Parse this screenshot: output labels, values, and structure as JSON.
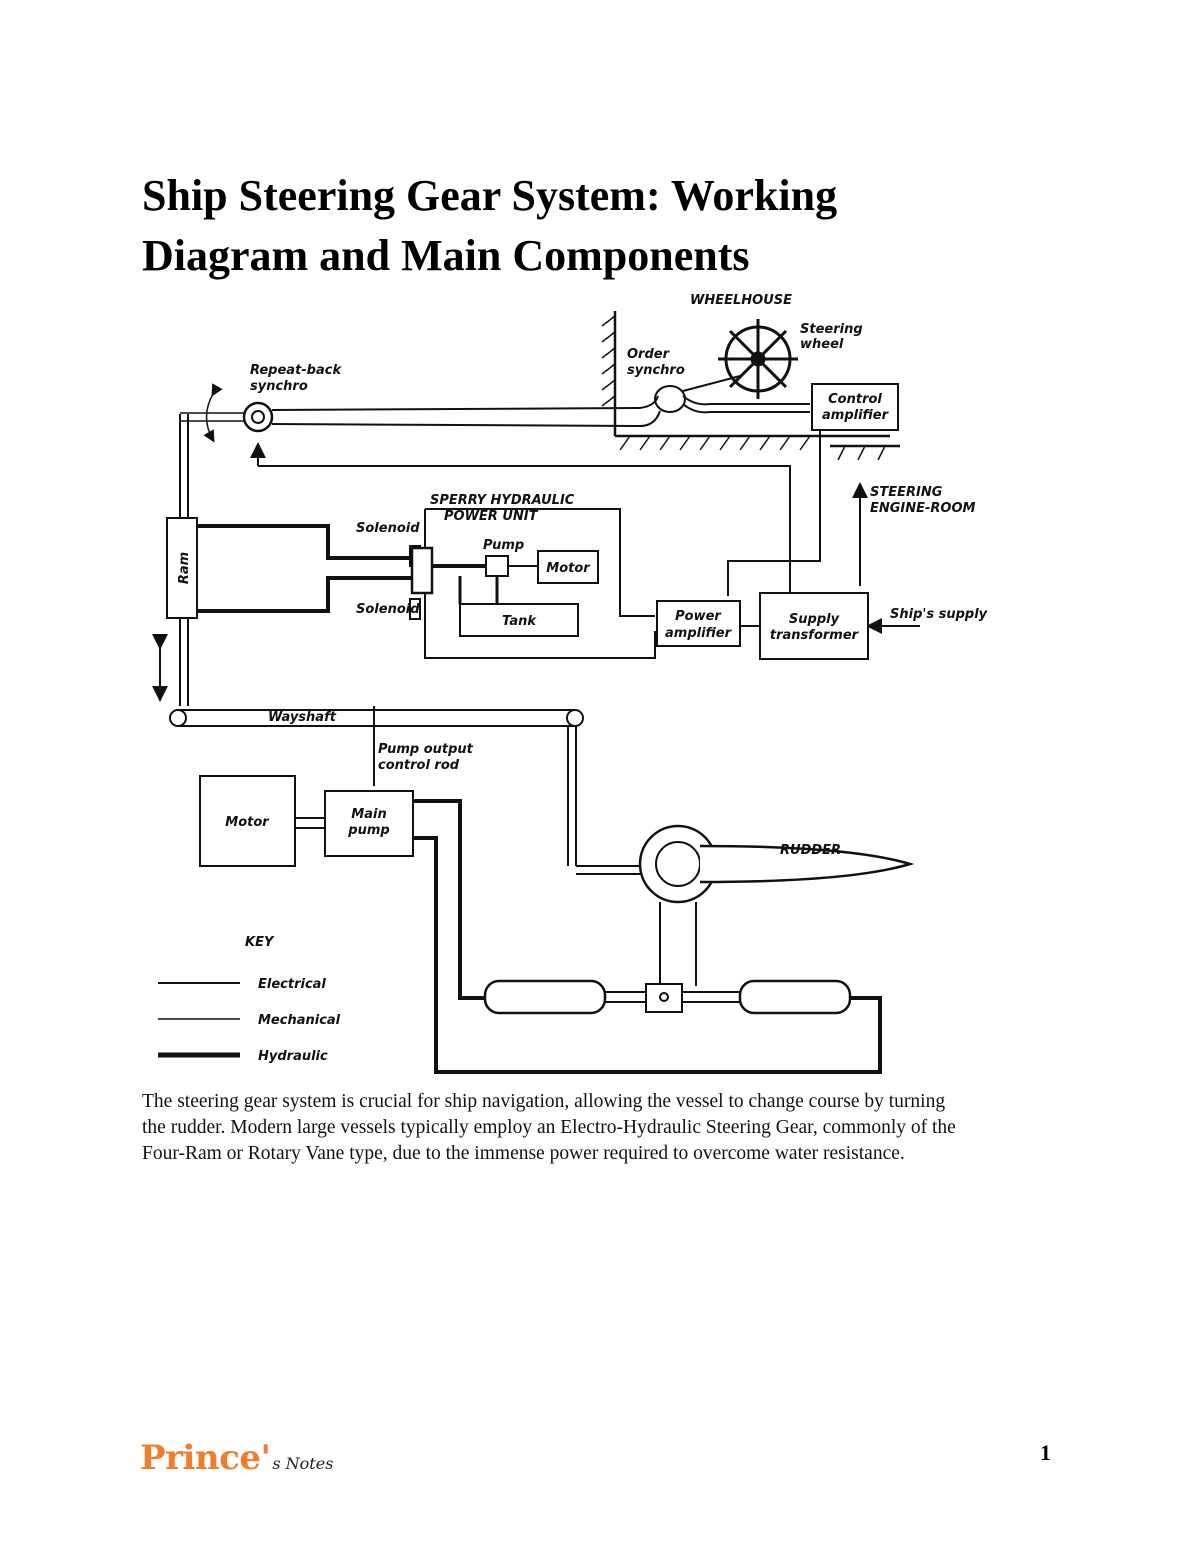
{
  "document": {
    "title_line1": "Ship Steering Gear System: Working",
    "title_line2": "Diagram and Main Components",
    "body_line1": "The steering gear system is crucial for ship navigation, allowing the vessel to change course by turning",
    "body_line2": "the rudder. Modern large vessels typically employ an Electro-Hydraulic Steering Gear, commonly of the",
    "body_line3": "Four-Ram or Rotary Vane type, due to the immense power required to overcome water resistance.",
    "page_number": "1"
  },
  "footer": {
    "logo_main": "Prince'",
    "logo_sub": "s Notes"
  },
  "diagram": {
    "wheelhouse": "WHEELHOUSE",
    "steering_wheel_1": "Steering",
    "steering_wheel_2": "wheel",
    "order_synchro_1": "Order",
    "order_synchro_2": "synchro",
    "repeat_back_1": "Repeat-back",
    "repeat_back_2": "synchro",
    "control_amplifier_1": "Control",
    "control_amplifier_2": "amplifier",
    "steering_engine_room_1": "STEERING",
    "steering_engine_room_2": "ENGINE-ROOM",
    "sperry_1": "SPERRY HYDRAULIC",
    "sperry_2": "POWER UNIT",
    "solenoid_top": "Solenoid",
    "solenoid_bottom": "Solenoid",
    "pump": "Pump",
    "motor_small": "Motor",
    "tank": "Tank",
    "ram": "Ram",
    "power_amplifier_1": "Power",
    "power_amplifier_2": "amplifier",
    "supply_transformer_1": "Supply",
    "supply_transformer_2": "transformer",
    "ships_supply": "Ship's supply",
    "wayshaft": "Wayshaft",
    "pump_output_1": "Pump output",
    "pump_output_2": "control rod",
    "motor_main": "Motor",
    "main_pump_1": "Main",
    "main_pump_2": "pump",
    "rudder": "RUDDER",
    "key": "KEY",
    "key_electrical": "Electrical",
    "key_mechanical": "Mechanical",
    "key_hydraulic": "Hydraulic"
  }
}
